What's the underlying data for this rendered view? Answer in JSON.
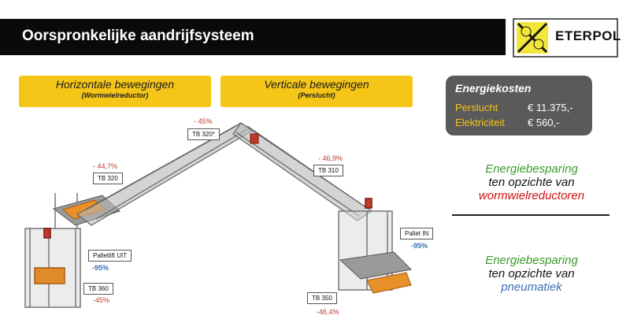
{
  "header": {
    "title": "Oorspronkelijke aandrijfsysteem",
    "logo_text": "ETERPOL"
  },
  "boxes": {
    "horizontal": {
      "title": "Horizontale bewegingen",
      "subtitle": "(Wormwielreductor)"
    },
    "vertical": {
      "title": "Verticale bewegingen",
      "subtitle": "(Perslucht)"
    }
  },
  "energy": {
    "title": "Energiekosten",
    "rows": [
      {
        "label": "Perslucht",
        "value": "€ 11.375,-"
      },
      {
        "label": "Elektriciteit",
        "value": "€ 560,-"
      }
    ]
  },
  "diagram": {
    "tb320star": {
      "label": "TB 320*",
      "pct": "- 45%"
    },
    "tb320": {
      "label": "TB 320",
      "pct": "- 44,7%"
    },
    "tb310": {
      "label": "TB 310",
      "pct": "- 46,9%"
    },
    "palletlift": {
      "label": "Palletlift UIT",
      "pct": "-95%"
    },
    "tb360": {
      "label": "TB 360",
      "pct": "-45%"
    },
    "palletin": {
      "label": "Pallet IN",
      "pct": "-95%"
    },
    "tb350": {
      "label": "TB 350",
      "pct": "-46,4%"
    }
  },
  "side": {
    "block1": {
      "line1": "Energiebesparing",
      "line2": "ten opzichte van",
      "line3": "wormwielreductoren"
    },
    "block2": {
      "line1": "Energiebesparing",
      "line2": "ten opzichte van",
      "line3": "pneumatiek"
    }
  },
  "colors": {
    "accent_yellow": "#f5c518",
    "green": "#3a9a2a",
    "red": "#d01010",
    "blue": "#3a6fb0"
  }
}
